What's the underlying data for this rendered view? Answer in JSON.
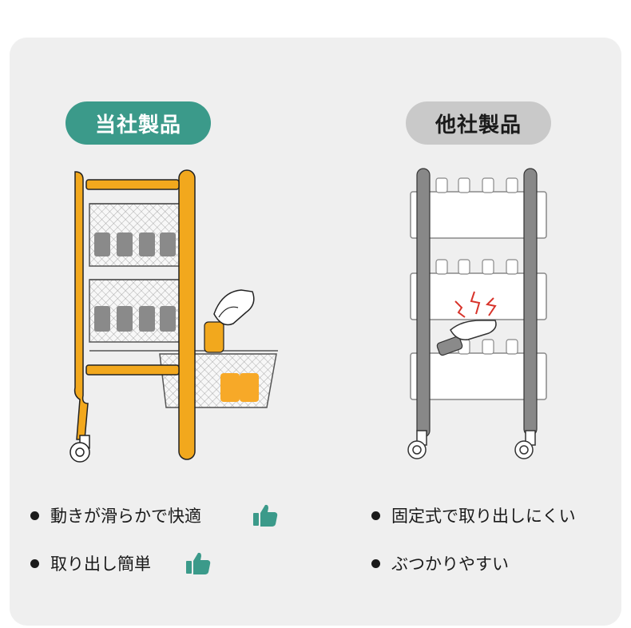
{
  "labels": {
    "ours": "当社製品",
    "theirs": "他社製品"
  },
  "colors": {
    "accent_teal": "#3b9a8a",
    "frame_orange": "#f2a81d",
    "frame_grey": "#888888",
    "basket_orange": "#f7a928"
  },
  "ours_points": [
    {
      "text": "動きが滑らかで快適",
      "icon": "thumbs-up-icon"
    },
    {
      "text": "取り出し簡単",
      "icon": "thumbs-up-icon"
    }
  ],
  "theirs_points": [
    {
      "text": "固定式で取り出しにくい"
    },
    {
      "text": "ぶつかりやすい"
    }
  ]
}
